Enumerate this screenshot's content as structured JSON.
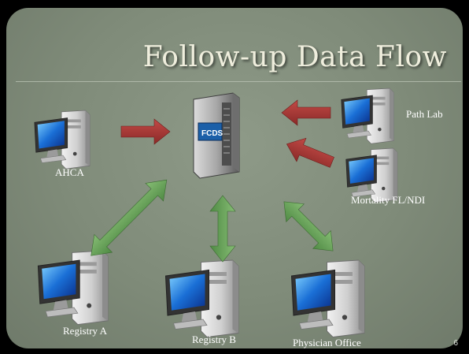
{
  "slide": {
    "title": "Follow-up Data Flow",
    "page_number": "6"
  },
  "server": {
    "screen_text": "FCDS"
  },
  "nodes": {
    "ahca": "AHCA",
    "path_lab": "Path Lab",
    "mortality": "Mortality FL/NDI",
    "registry_a": "Registry A",
    "registry_b": "Registry B",
    "physician_office": "Physician Office"
  },
  "colors": {
    "inbound_arrow": "#a83a37",
    "bidirectional_arrow": "#6aa35c",
    "background": "#828e7c"
  }
}
